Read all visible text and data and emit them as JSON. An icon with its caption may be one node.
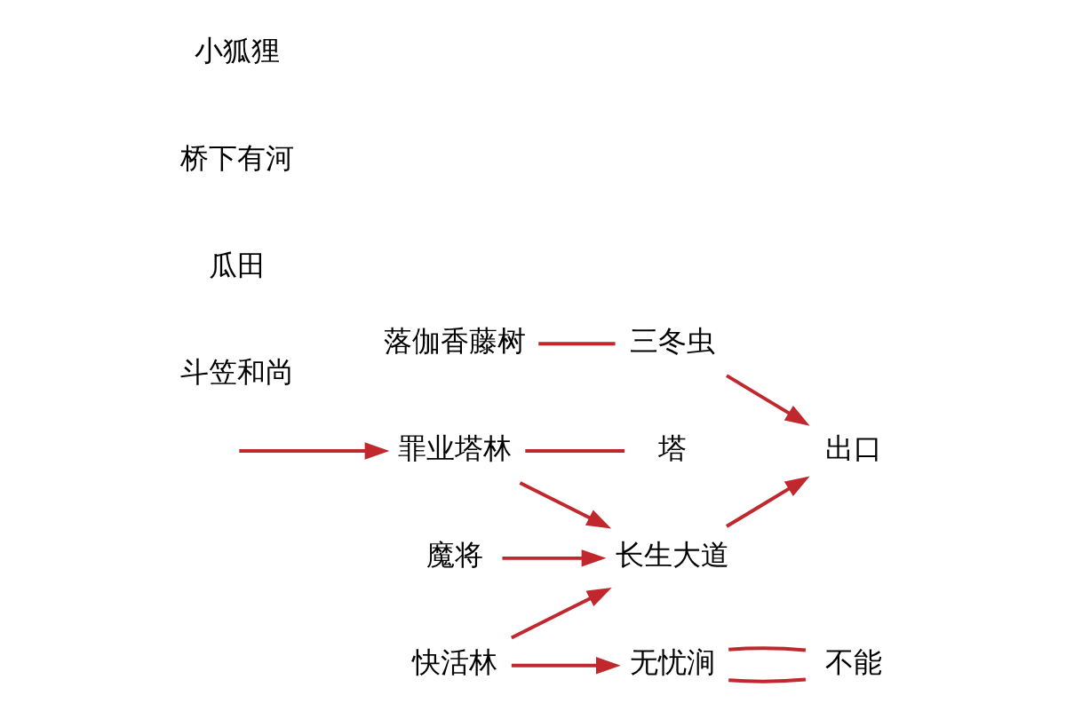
{
  "diagram": {
    "nodes": [
      {
        "text": [
          "落伽香藤树"
        ]
      },
      {
        "text": [
          "三冬虫"
        ]
      },
      {
        "text": [
          "出口"
        ]
      },
      {
        "text": [
          "长生大道"
        ]
      },
      {
        "text": [
          "罪业塔林"
        ]
      },
      {
        "text": [
          "塔"
        ]
      },
      {
        "text": [
          "魔将"
        ]
      },
      {
        "text": [
          "无忧涧"
        ]
      },
      {
        "text": [
          "不能"
        ]
      },
      {
        "text": [
          "快活林"
        ]
      }
    ],
    "edges": [
      {
        "from": 0,
        "to": 1,
        "arrow": "none"
      },
      {
        "from": 1,
        "to": 2,
        "arrow": "to"
      },
      {
        "from": 3,
        "to": 2,
        "arrow": "to"
      },
      {
        "from": null,
        "to": 4,
        "arrow": "to"
      },
      {
        "from": 4,
        "to": 5,
        "arrow": "none"
      },
      {
        "from": 4,
        "to": 3,
        "arrow": "to"
      },
      {
        "from": 6,
        "to": 3,
        "arrow": "to"
      },
      {
        "from": 9,
        "to": 3,
        "arrow": "to"
      },
      {
        "from": 9,
        "to": 7,
        "arrow": "to"
      },
      {
        "from": 7,
        "to": 8,
        "arrow": "none"
      },
      {
        "from": 8,
        "to": 7,
        "arrow": "none"
      }
    ],
    "labels": [
      "斗笠和尚",
      "瓜田",
      "桥下有河",
      "小狐狸"
    ]
  }
}
